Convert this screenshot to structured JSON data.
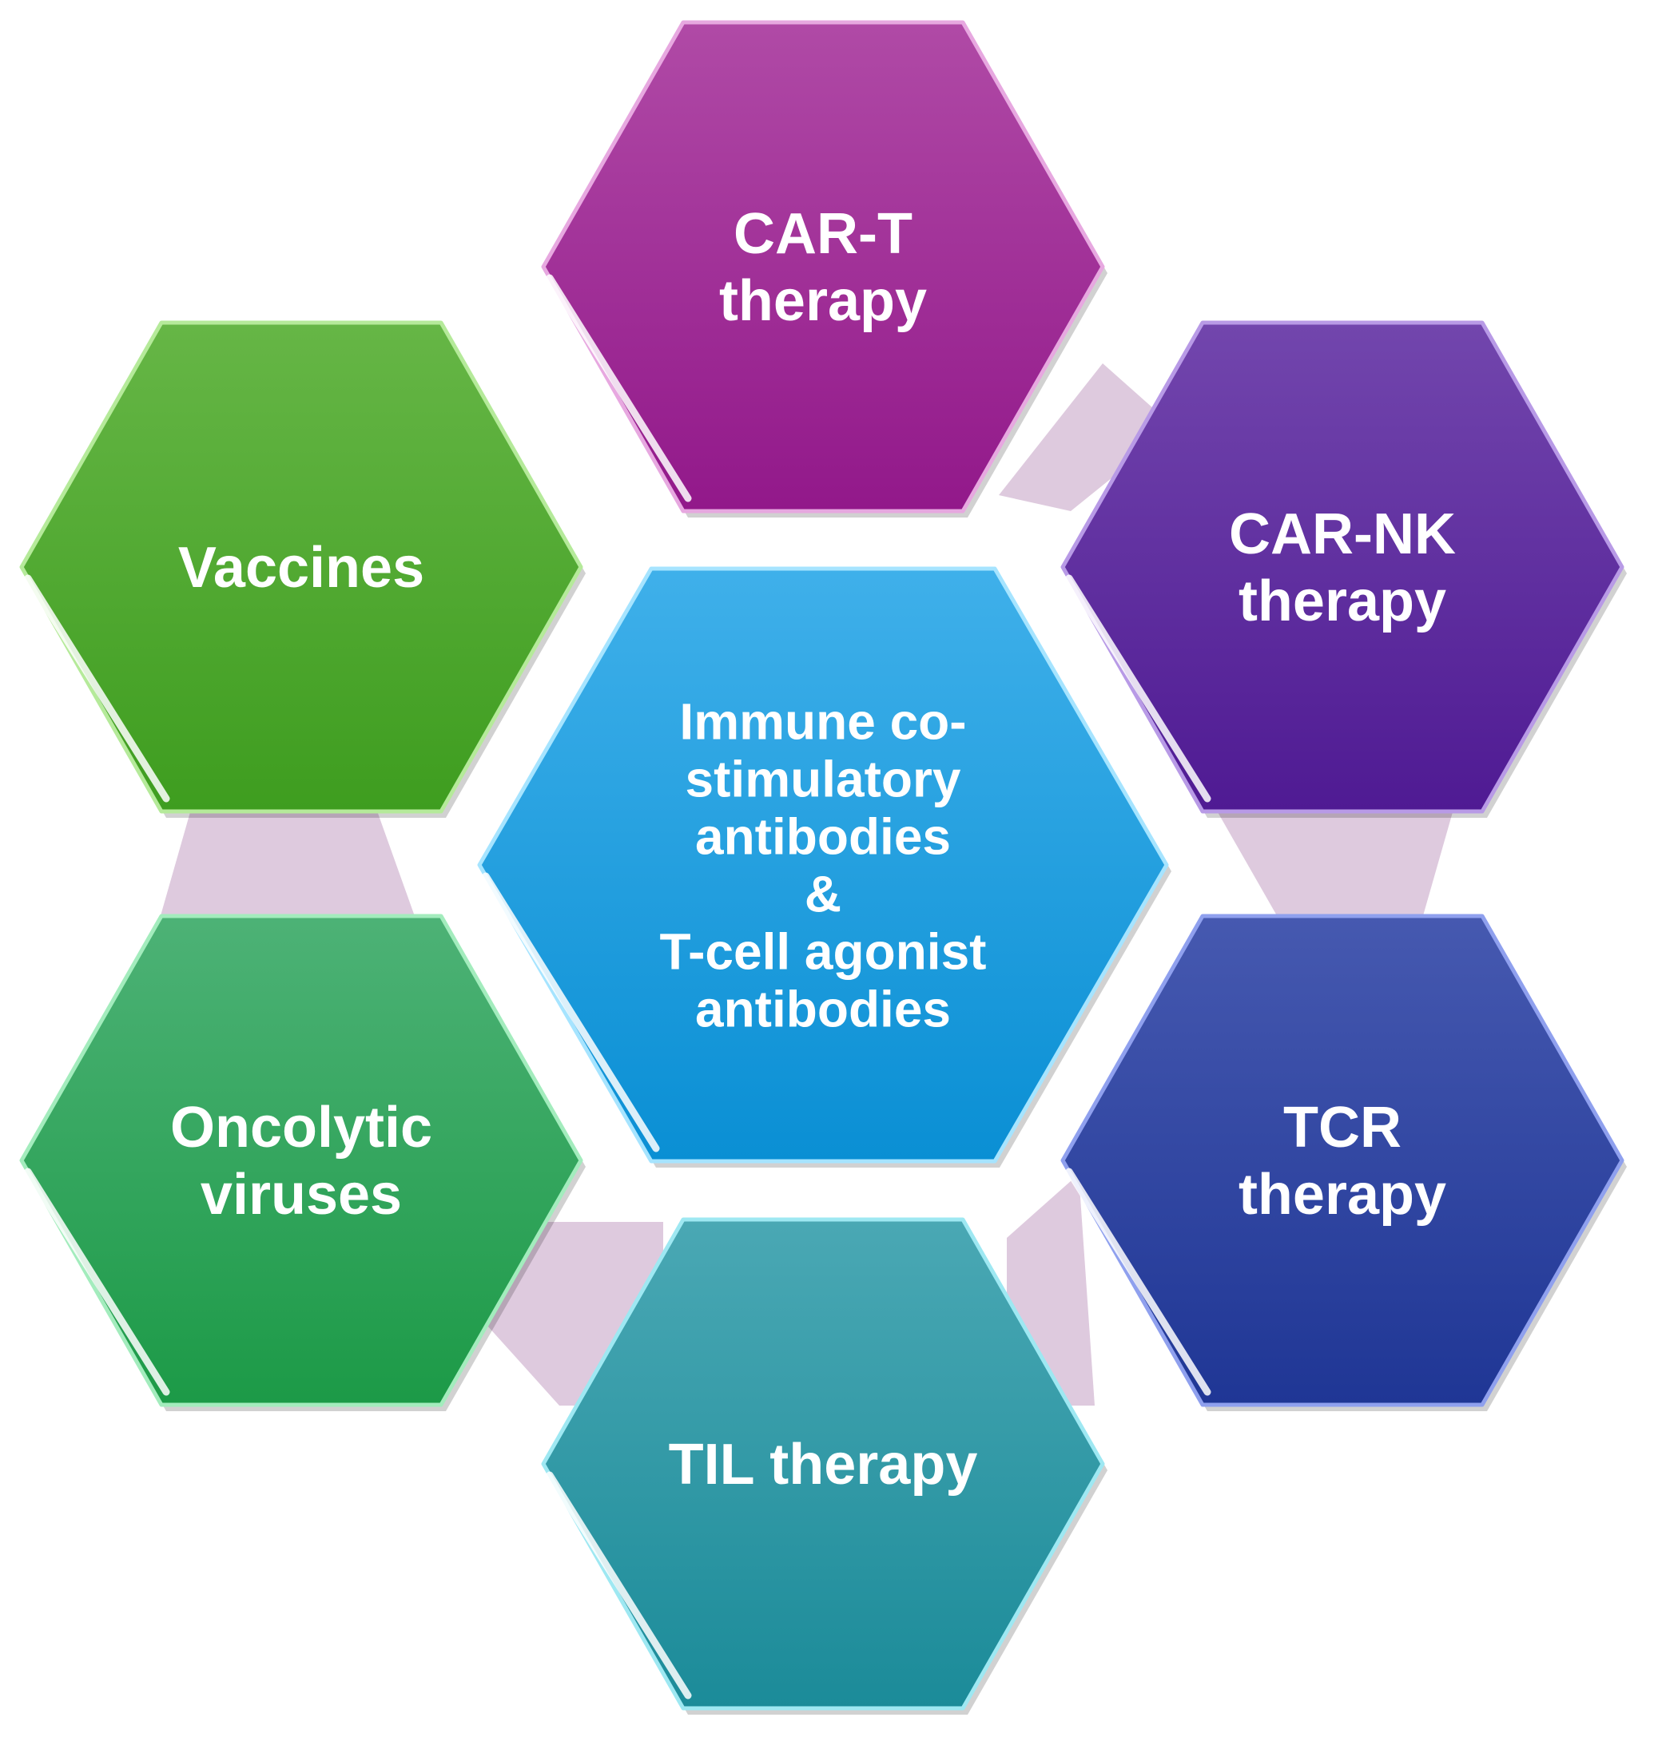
{
  "diagram": {
    "nodes": {
      "car_t": {
        "lines": [
          "CAR-T",
          "therapy"
        ],
        "color_top": "#b04aa6",
        "color_bottom": "#92188a",
        "edge": "#e7a8e0"
      },
      "car_nk": {
        "lines": [
          "CAR-NK",
          "therapy"
        ],
        "color_top": "#7246ad",
        "color_bottom": "#4f1a93",
        "edge": "#b89ae6"
      },
      "tcr": {
        "lines": [
          "TCR",
          "therapy"
        ],
        "color_top": "#4659b0",
        "color_bottom": "#1f3695",
        "edge": "#8fa0ee"
      },
      "til": {
        "lines": [
          "TIL therapy"
        ],
        "color_top": "#4aa8b4",
        "color_bottom": "#1b8b99",
        "edge": "#9ee8f2"
      },
      "oncolytic": {
        "lines": [
          "Oncolytic",
          "viruses"
        ],
        "color_top": "#4db276",
        "color_bottom": "#1c9a47",
        "edge": "#a3ecbd"
      },
      "vaccines": {
        "lines": [
          "Vaccines"
        ],
        "color_top": "#66b646",
        "color_bottom": "#3e9d1f",
        "edge": "#b5ea9a"
      },
      "center": {
        "lines": [
          "Immune co-",
          "stimulatory",
          "antibodies",
          "&",
          "T-cell agonist",
          "antibodies"
        ],
        "color_top": "#3fb0ea",
        "color_bottom": "#0a8fd4",
        "edge": "#a6e4ff"
      }
    },
    "connector_color": "#dcc7dc"
  }
}
